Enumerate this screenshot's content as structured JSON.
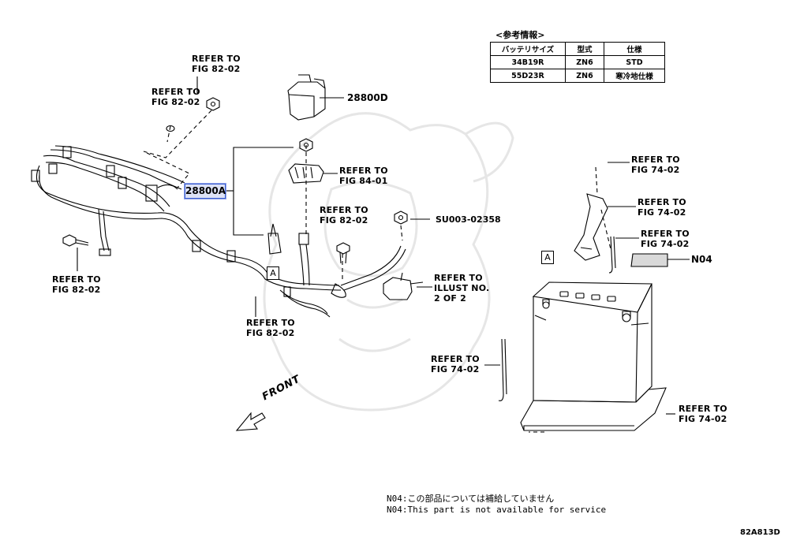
{
  "part_code_main": "28800A",
  "part_code_sub": "28800D",
  "bolt_code": "SU003-02358",
  "n04_label": "N04",
  "box_a": "A",
  "front_label": "FRONT",
  "figure_id": "82A813D",
  "callouts": {
    "c1": "REFER TO\nFIG 82-02",
    "c2": "REFER TO\nFIG 82-02",
    "c3": "REFER TO\nFIG 84-01",
    "c4": "REFER TO\nFIG 82-02",
    "c5": "REFER TO\nFIG 82-02",
    "c6": "REFER TO\nFIG 82-02",
    "c7": "REFER TO\nILLUST NO.\n2 OF 2",
    "c8": "REFER TO\nFIG 74-02",
    "c9": "REFER TO\nFIG 74-02",
    "c10": "REFER TO\nFIG 74-02",
    "c11": "REFER TO\nFIG 74-02",
    "c12": "REFER TO\nFIG 74-02"
  },
  "ref_table": {
    "title": "<参考情報>",
    "headers": [
      "バッテリサイズ",
      "型式",
      "仕様"
    ],
    "rows": [
      [
        "34B19R",
        "ZN6",
        "STD"
      ],
      [
        "55D23R",
        "ZN6",
        "寒冷地仕様"
      ]
    ]
  },
  "notes": {
    "jp": "N04:この部品については補給していません",
    "en": "N04:This part is not available for service"
  },
  "colors": {
    "highlight_fill": "#dde2f6",
    "highlight_border": "#3a5fd0",
    "line": "#000000",
    "watermark": "#e4e4e4"
  }
}
